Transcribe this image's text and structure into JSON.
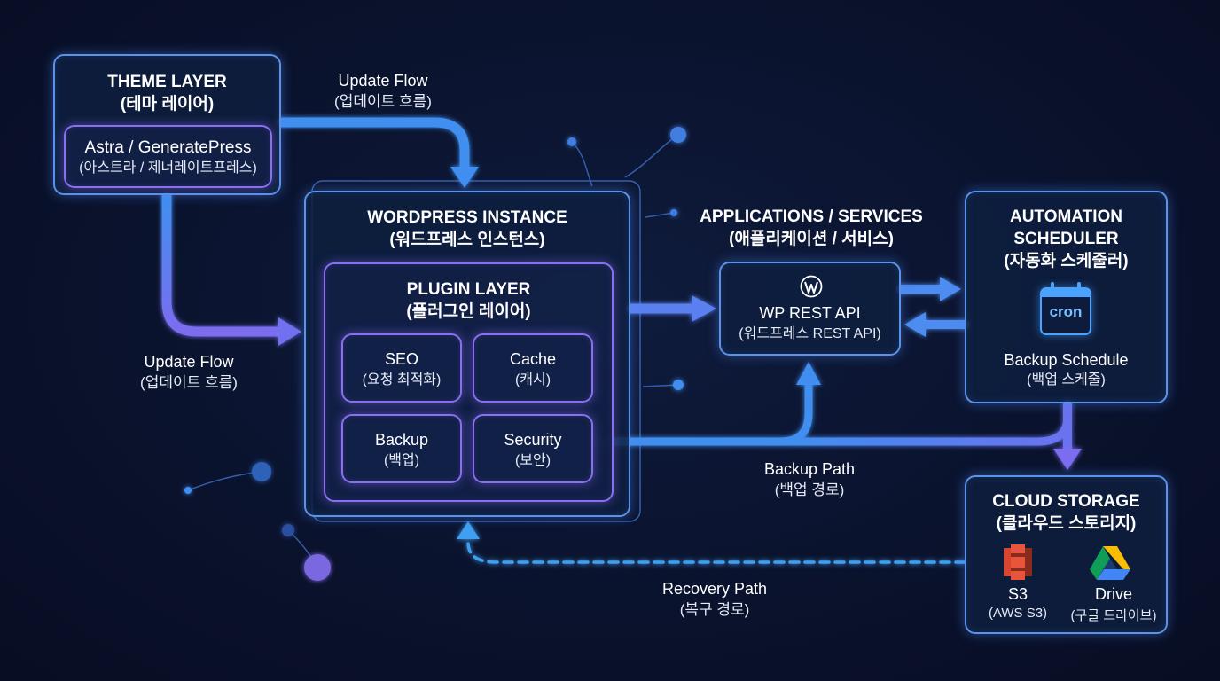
{
  "theme": {
    "title": "THEME LAYER",
    "title_ko": "(테마 레이어)",
    "item": "Astra / GeneratePress",
    "item_ko": "(아스트라 / 제너레이트프레스)"
  },
  "update_flow_top": {
    "label": "Update Flow",
    "label_ko": "(업데이트 흐름)"
  },
  "update_flow_left": {
    "label": "Update Flow",
    "label_ko": "(업데이트 흐름)"
  },
  "wordpress": {
    "title": "WORDPRESS INSTANCE",
    "title_ko": "(워드프레스 인스턴스)"
  },
  "plugin": {
    "title": "PLUGIN LAYER",
    "title_ko": "(플러그인 레이어)",
    "items": [
      {
        "label": "SEO",
        "label_ko": "(요청 최적화)"
      },
      {
        "label": "Cache",
        "label_ko": "(캐시)"
      },
      {
        "label": "Backup",
        "label_ko": "(백업)"
      },
      {
        "label": "Security",
        "label_ko": "(보안)"
      }
    ]
  },
  "apps": {
    "title": "APPLICATIONS / SERVICES",
    "title_ko": "(애플리케이션 / 서비스)",
    "api": "WP REST API",
    "api_ko": "(워드프레스 REST API)"
  },
  "automation": {
    "title1": "AUTOMATION",
    "title2": "SCHEDULER",
    "title_ko": "(자동화 스케줄러)",
    "icon_text": "cron",
    "label": "Backup Schedule",
    "label_ko": "(백업 스케줄)"
  },
  "backup_path": {
    "label": "Backup Path",
    "label_ko": "(백업 경로)"
  },
  "recovery_path": {
    "label": "Recovery Path",
    "label_ko": "(복구 경로)"
  },
  "cloud": {
    "title": "CLOUD STORAGE",
    "title_ko": "(클라우드 스토리지)",
    "s3": "S3",
    "s3_ko": "(AWS S3)",
    "drive": "Drive",
    "drive_ko": "(구글 드라이브)"
  },
  "colors": {
    "accent_blue": "#3f8ff0",
    "accent_purple": "#8a6ff0",
    "aws_red": "#d9462f"
  }
}
